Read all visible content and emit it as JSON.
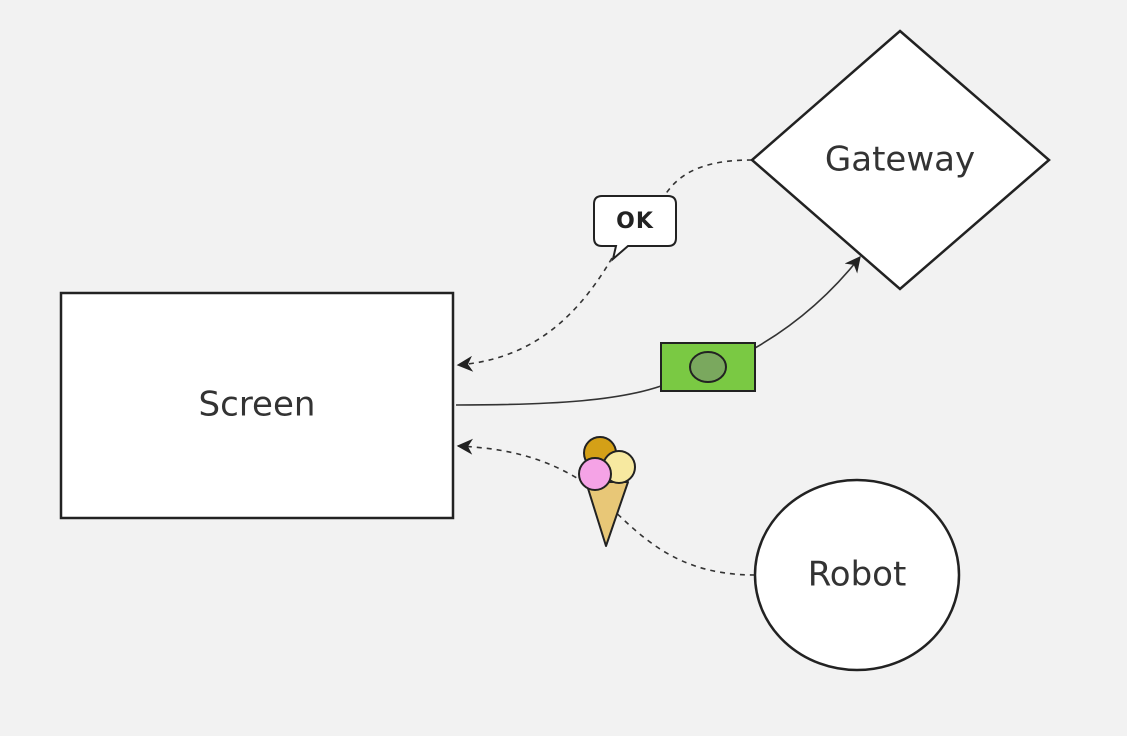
{
  "diagram": {
    "nodes": {
      "screen": {
        "label": "Screen",
        "shape": "rectangle"
      },
      "gateway": {
        "label": "Gateway",
        "shape": "diamond"
      },
      "robot": {
        "label": "Robot",
        "shape": "circle"
      }
    },
    "edges": [
      {
        "from": "Screen",
        "to": "Gateway",
        "style": "solid",
        "icon": "money-icon"
      },
      {
        "from": "Gateway",
        "to": "Screen",
        "style": "dashed",
        "icon": "speech-bubble-icon"
      },
      {
        "from": "Robot",
        "to": "Screen",
        "style": "dashed",
        "icon": "ice-cream-icon"
      }
    ],
    "bubble": {
      "label": "OK"
    },
    "colors": {
      "background": "#f2f2f2",
      "node_fill": "#ffffff",
      "stroke": "#222222",
      "money_green": "#7ac943",
      "money_circle": "#7aa85e",
      "cone": "#e8c777",
      "scoop_gold": "#d4a017",
      "scoop_cream": "#f7e9a0",
      "scoop_pink": "#f5a3e6"
    }
  }
}
